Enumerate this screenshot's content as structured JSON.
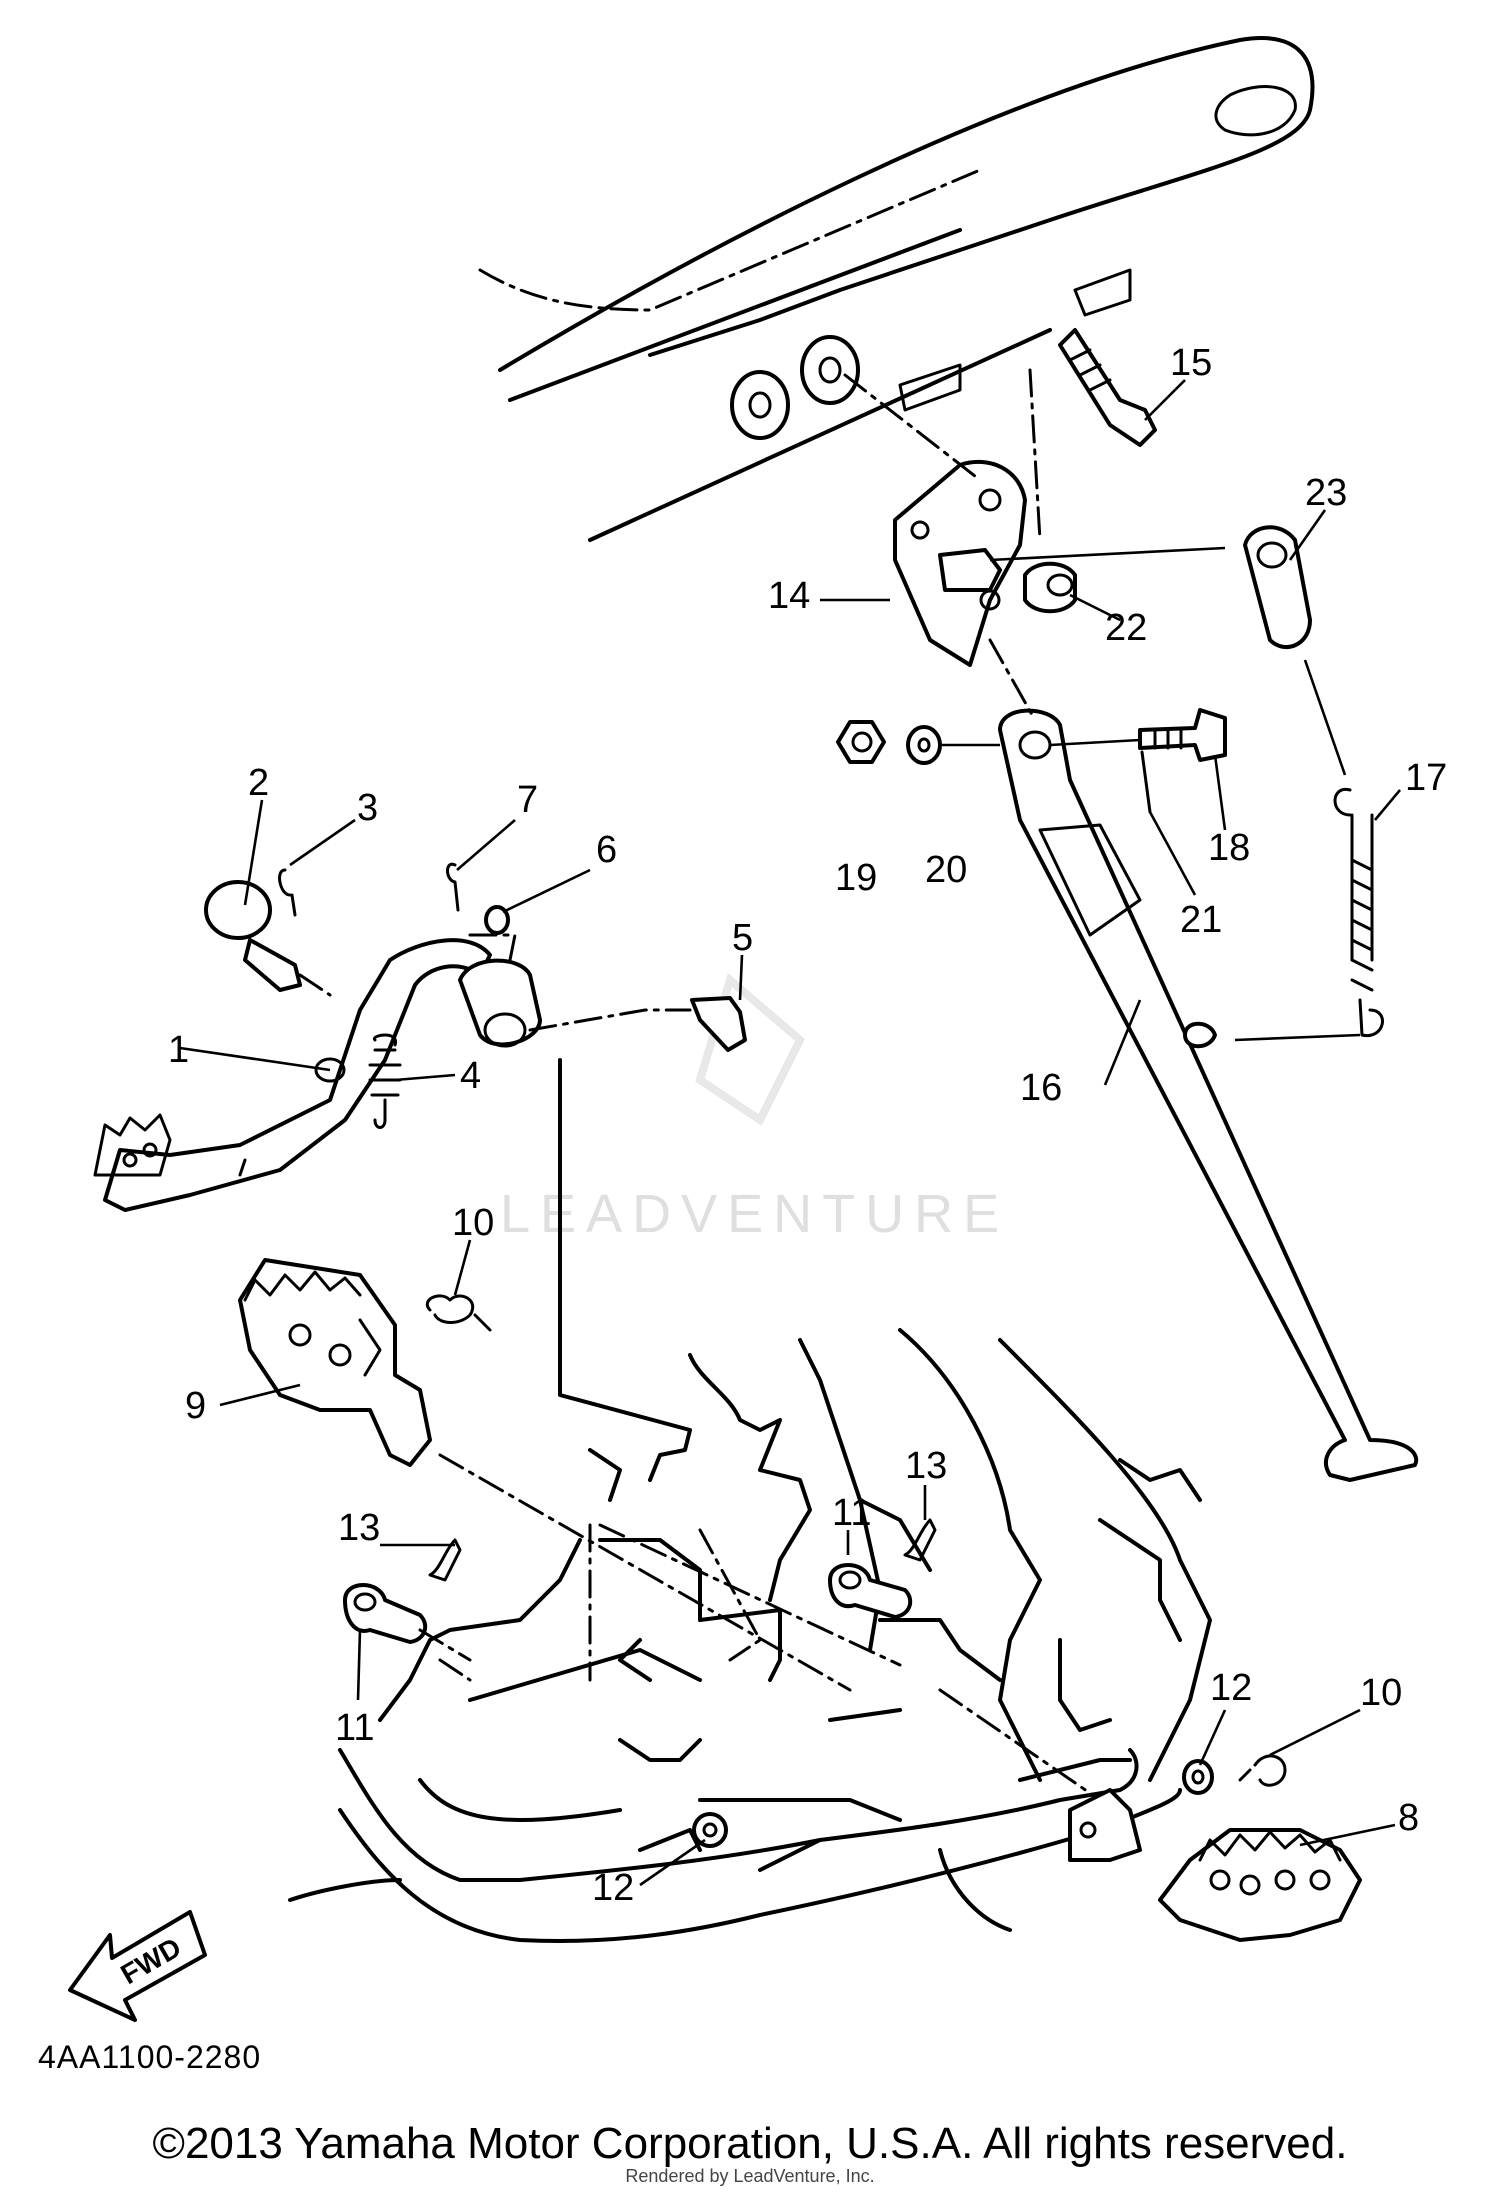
{
  "diagram": {
    "labels": [
      {
        "id": "1",
        "text": "1"
      },
      {
        "id": "2",
        "text": "2"
      },
      {
        "id": "3",
        "text": "3"
      },
      {
        "id": "4",
        "text": "4"
      },
      {
        "id": "5",
        "text": "5"
      },
      {
        "id": "6",
        "text": "6"
      },
      {
        "id": "7",
        "text": "7"
      },
      {
        "id": "8",
        "text": "8"
      },
      {
        "id": "9",
        "text": "9"
      },
      {
        "id": "10a",
        "text": "10"
      },
      {
        "id": "10b",
        "text": "10"
      },
      {
        "id": "11a",
        "text": "11"
      },
      {
        "id": "11b",
        "text": "11"
      },
      {
        "id": "12a",
        "text": "12"
      },
      {
        "id": "12b",
        "text": "12"
      },
      {
        "id": "13a",
        "text": "13"
      },
      {
        "id": "13b",
        "text": "13"
      },
      {
        "id": "14",
        "text": "14"
      },
      {
        "id": "15",
        "text": "15"
      },
      {
        "id": "16",
        "text": "16"
      },
      {
        "id": "17",
        "text": "17"
      },
      {
        "id": "18",
        "text": "18"
      },
      {
        "id": "19",
        "text": "19"
      },
      {
        "id": "20",
        "text": "20"
      },
      {
        "id": "21",
        "text": "21"
      },
      {
        "id": "22",
        "text": "22"
      },
      {
        "id": "23",
        "text": "23"
      }
    ],
    "fwd_label": "FWD",
    "drawing_code": "4AA1100-2280",
    "watermark": "LEADVENTURE"
  },
  "footer": {
    "copyright": "©2013 Yamaha Motor Corporation, U.S.A. All rights reserved.",
    "rendered_by": "Rendered by LeadVenture, Inc."
  }
}
